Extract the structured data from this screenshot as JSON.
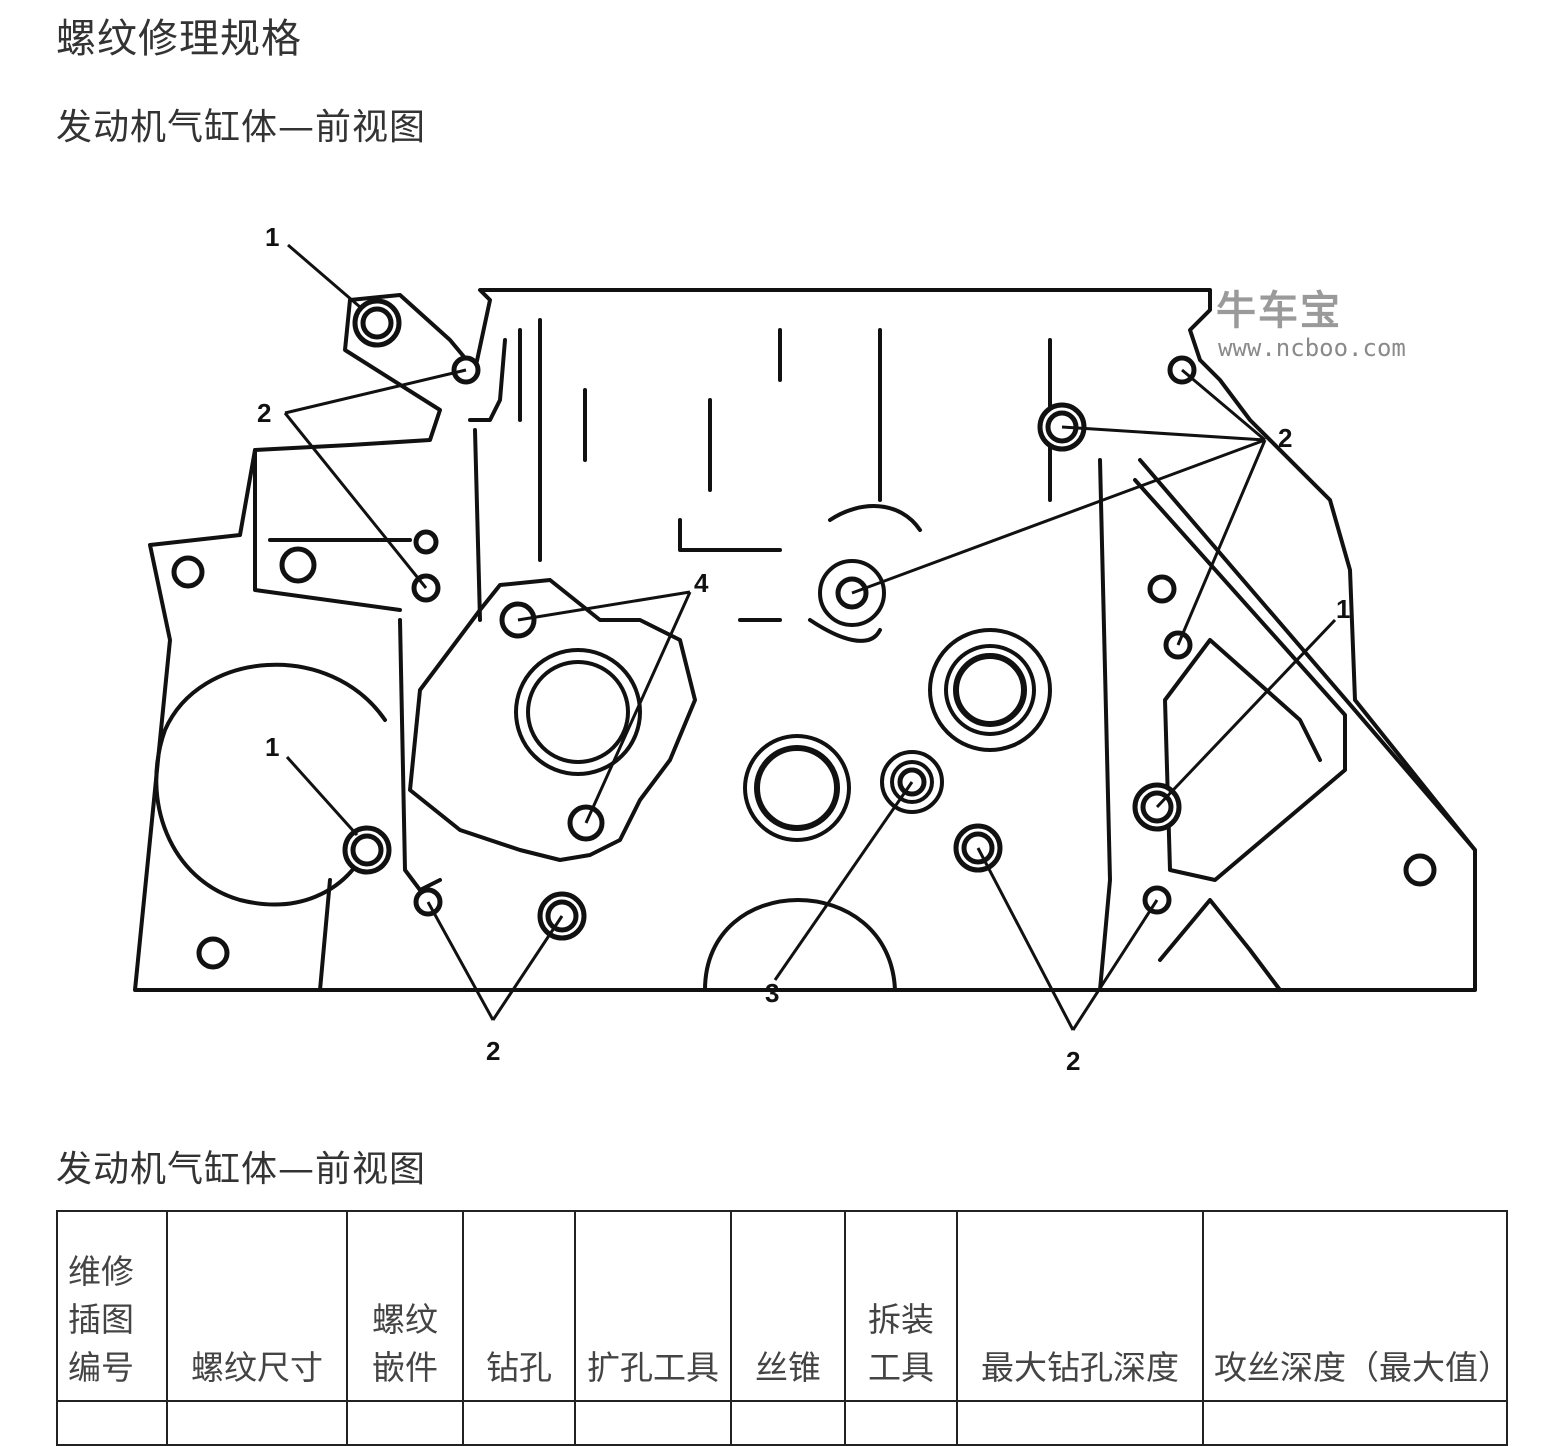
{
  "page_title": "螺纹修理规格",
  "figure_title": "发动机气缸体—前视图",
  "figure_caption": "发动机气缸体—前视图",
  "watermark": {
    "brand": "牛车宝",
    "url": "www.ncboo.com"
  },
  "callouts": {
    "c1_top_left": "1",
    "c2_left": "2",
    "c1_mid_left": "1",
    "c2_bottom_left": "2",
    "c4": "4",
    "c3": "3",
    "c2_right": "2",
    "c1_right": "1",
    "c2_bottom_right": "2"
  },
  "table": {
    "headers": [
      "维修插图编号",
      "螺纹尺寸",
      "螺纹嵌件",
      "钻孔",
      "扩孔工具",
      "丝锥",
      "拆装工具",
      "最大钻孔深度",
      "攻丝深度（最大值）"
    ]
  }
}
